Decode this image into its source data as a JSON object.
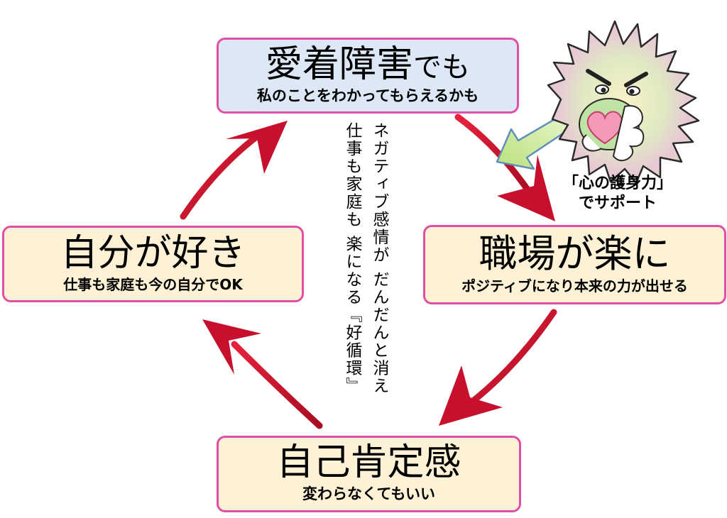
{
  "top": {
    "title": "愛着障害",
    "title_suffix": "でも",
    "subtitle": "私のことをわかってもらえるかも"
  },
  "right": {
    "title": "職場が楽に",
    "subtitle": "ポジティブになり本来の力が出せる"
  },
  "bottom": {
    "title": "自己肯定感",
    "subtitle": "変わらなくてもいい"
  },
  "left": {
    "title": "自分が好き",
    "subtitle": "仕事も家庭も今の自分でOK"
  },
  "center": {
    "line1": "ネガティブ感情が だんだんと消え",
    "line2": "仕事も家庭も 楽になる『好循環』"
  },
  "character_caption": {
    "line1": "「心の護身力」",
    "line2": "でサポート"
  },
  "colors": {
    "box_border": "#e04fa6",
    "box_blue": "#dde8f6",
    "box_cream": "#fdf1d6",
    "arrow_red": "#c8102e",
    "pointer_green": "#c8ea8e"
  },
  "icons": [
    "cycle-arrow",
    "guardian-monster-icon",
    "heart-icon",
    "pointer-arrow"
  ]
}
